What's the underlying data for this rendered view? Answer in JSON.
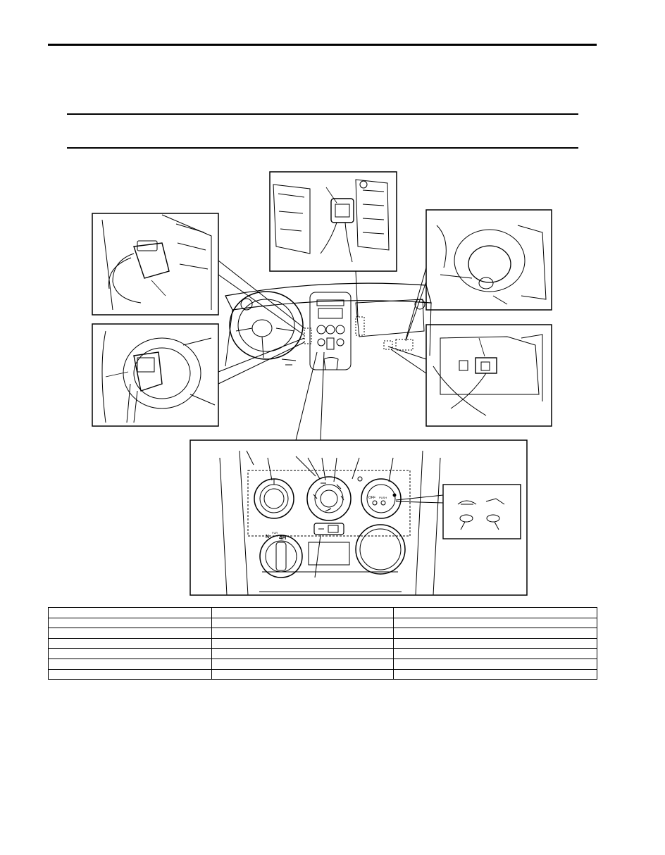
{
  "panel_labels": {
    "mode_knob": "4H",
    "n_label": "N",
    "off_label": "OFF",
    "push_label": "PUSH",
    "fur_label": "FUR"
  },
  "table": {
    "rows": [
      [
        "",
        "",
        ""
      ],
      [
        "",
        "",
        ""
      ],
      [
        "",
        "",
        ""
      ],
      [
        "",
        "",
        ""
      ],
      [
        "",
        "",
        ""
      ],
      [
        "",
        "",
        ""
      ],
      [
        "",
        "",
        ""
      ]
    ]
  }
}
